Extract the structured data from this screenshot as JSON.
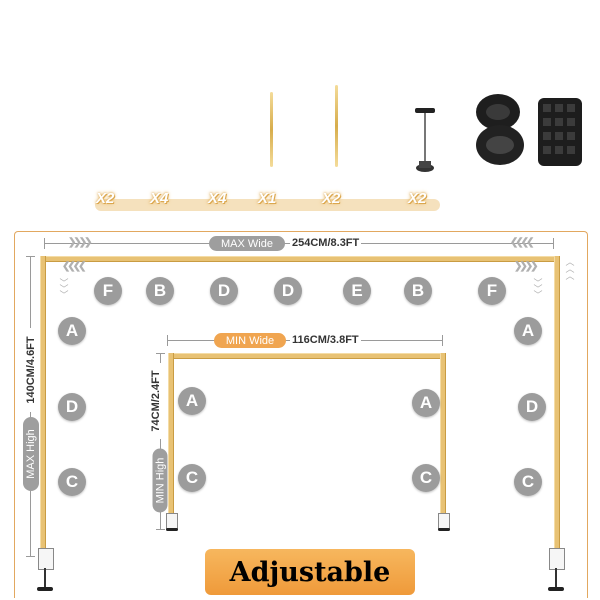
{
  "quantities": [
    "X2",
    "X4",
    "X4",
    "X1",
    "X2",
    "X2"
  ],
  "max_wide": {
    "label": "MAX Wide",
    "value": "254CM/8.3FT"
  },
  "min_wide": {
    "label": "MIN Wide",
    "value": "116CM/3.8FT"
  },
  "max_high": {
    "label": "MAX High",
    "value": "140CM/4.6FT"
  },
  "min_high": {
    "label": "MIN High",
    "value": "74CM/2.4FT"
  },
  "top_labels": [
    "F",
    "B",
    "D",
    "D",
    "E",
    "B",
    "F"
  ],
  "outer_side_labels": [
    "A",
    "D",
    "C"
  ],
  "inner_side_labels": [
    "A",
    "C"
  ],
  "banner": "Adjustable",
  "colors": {
    "accent": "#f0a550",
    "tube": "#e8c274",
    "badge": "#9c9c9c"
  },
  "icons": [
    "chevron-right-icon",
    "chevron-left-icon",
    "chevron-up-icon",
    "chevron-down-icon"
  ]
}
